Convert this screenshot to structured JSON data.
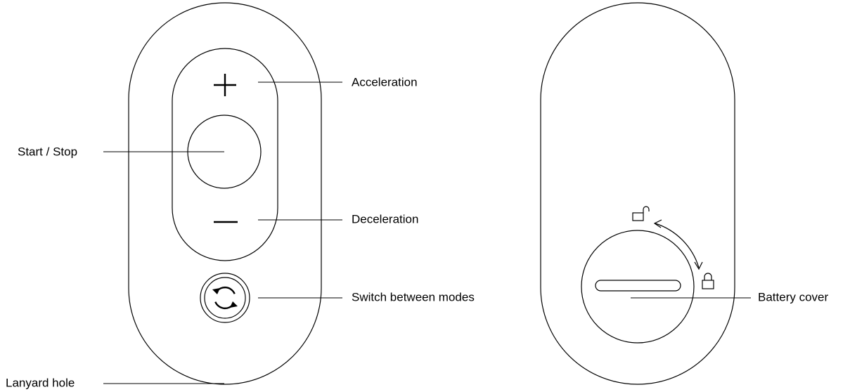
{
  "front_view": {
    "buttons": {
      "plus_symbol": "+",
      "minus_symbol": "−"
    },
    "labels": {
      "acceleration": "Acceleration",
      "start_stop": "Start / Stop",
      "deceleration": "Deceleration",
      "switch_modes": "Switch between modes",
      "lanyard_hole": "Lanyard hole"
    },
    "icons": {
      "mode_switch": "cycle-arrows-icon"
    }
  },
  "back_view": {
    "labels": {
      "battery_cover": "Battery cover"
    },
    "icons": {
      "unlocked": "unlocked-padlock-icon",
      "locked": "locked-padlock-icon",
      "rotation": "clockwise-arc-arrow-icon"
    }
  },
  "colors": {
    "line": "#000000",
    "background": "#ffffff"
  }
}
